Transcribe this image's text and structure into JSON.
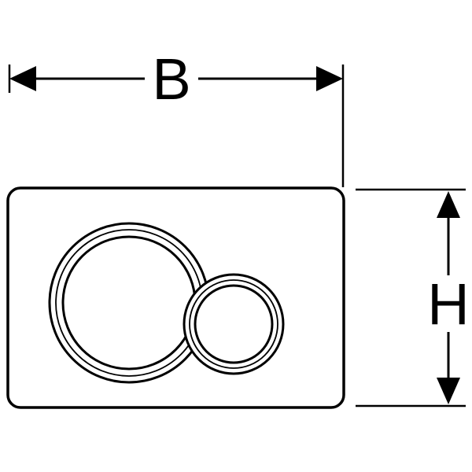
{
  "diagram": {
    "type": "technical-dimension-drawing",
    "subject": "flush-plate-front-view",
    "labels": {
      "width": "B",
      "height": "H"
    },
    "colors": {
      "line": "#000000",
      "background": "#ffffff"
    }
  }
}
